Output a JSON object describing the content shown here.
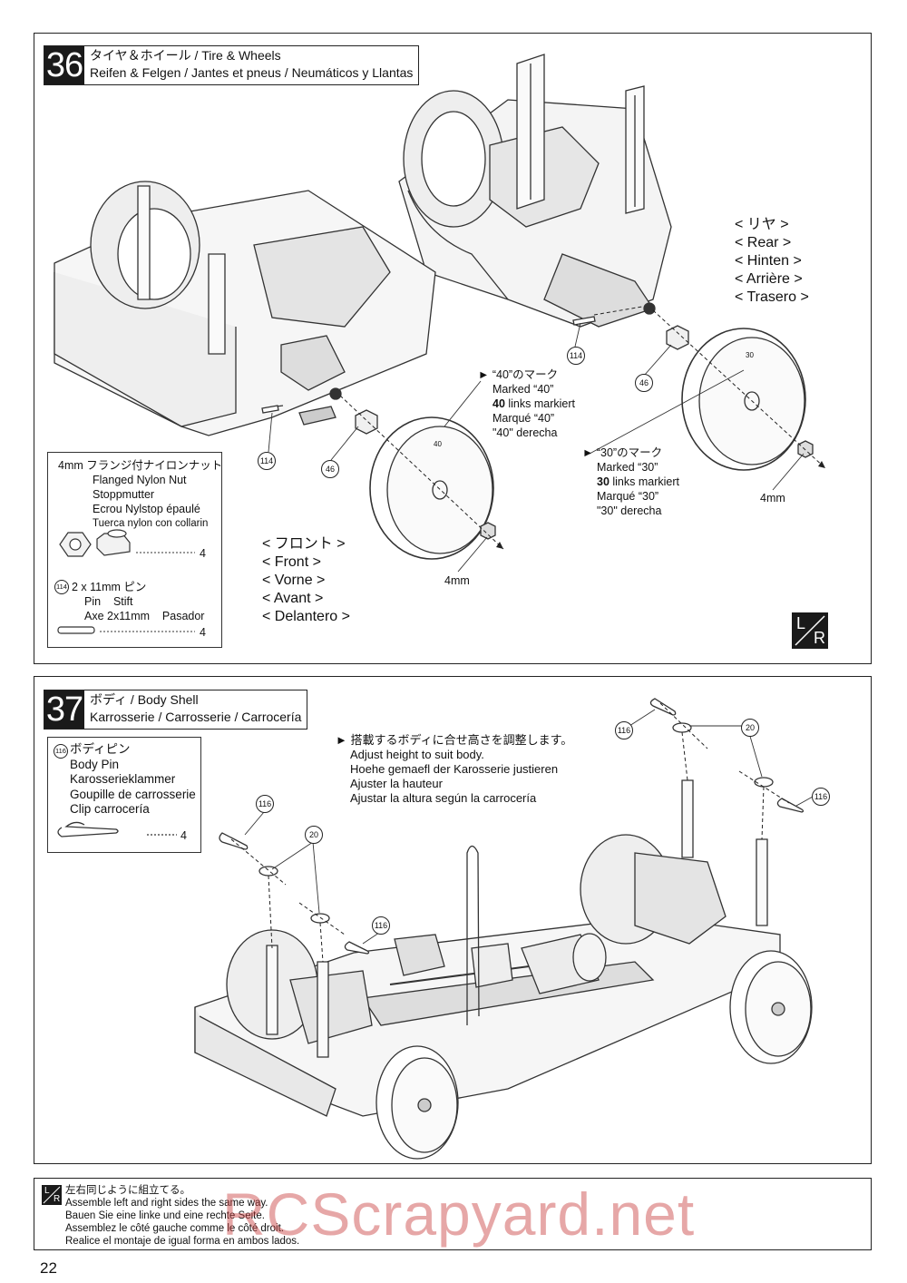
{
  "step36": {
    "number": "36",
    "title_line1": "タイヤ＆ホイール / Tire & Wheels",
    "title_line2": "Reifen & Felgen / Jantes et pneus / Neumáticos y Llantas",
    "rear_labels": [
      "< リヤ >",
      "< Rear >",
      "< Hinten >",
      "< Arrière >",
      "< Trasero >"
    ],
    "front_labels": [
      "< フロント >",
      "< Front >",
      "< Vorne >",
      "< Avant >",
      "< Delantero >"
    ],
    "marked40": [
      "► “40”のマーク",
      "Marked “40”",
      "40 links markiert",
      "Marqué “40”",
      "\"40\" derecha"
    ],
    "marked30": [
      "► “30”のマーク",
      "Marked “30”",
      "30 links markiert",
      "Marqué “30”",
      "\"30\" derecha"
    ],
    "nut_size_front": "4mm",
    "nut_size_rear": "4mm",
    "part_114": "114",
    "part_46": "46",
    "wheel_mark_40": "40",
    "wheel_mark_30": "30",
    "parts_box": {
      "nut_lines": [
        "4mm フランジ付ナイロンナット",
        "Flanged Nylon Nut",
        "Stoppmutter",
        "Ecrou Nylstop épaulé",
        "Tuerca nylon con collarin"
      ],
      "nut_qty": "4",
      "pin_num": "114",
      "pin_lines": [
        "2 x 11mm ピン",
        "Pin    Stift",
        "Axe 2x11mm    Pasador"
      ],
      "pin_qty": "4"
    },
    "lr_badge": [
      "L",
      "R"
    ]
  },
  "step37": {
    "number": "37",
    "title_line1": "ボディ / Body Shell",
    "title_line2": "Karrosserie / Carrosserie / Carrocería",
    "instructions": [
      "► 搭載するボディに合せ高さを調整します。",
      "Adjust height to suit body.",
      "Hoehe gemaefl der Karosserie justieren",
      "Ajuster la hauteur",
      "Ajustar la altura según la carrocería"
    ],
    "part_116": "116",
    "part_20": "20",
    "parts_box": {
      "num": "116",
      "lines": [
        "ボディピン",
        "Body Pin",
        "Karosserieklammer",
        "Goupille de carrosserie",
        "Clip carrocería"
      ],
      "qty": "4"
    }
  },
  "footer": {
    "lines": [
      "左右同じように組立てる。",
      "Assemble left and right sides the same way.",
      "Bauen Sie eine linke und eine rechte Seite.",
      "Assemblez le côté gauche comme le côté droit.",
      "Realice el montaje de igual forma en ambos lados."
    ],
    "page_number": "22",
    "watermark": "RCScrapyard.net"
  }
}
